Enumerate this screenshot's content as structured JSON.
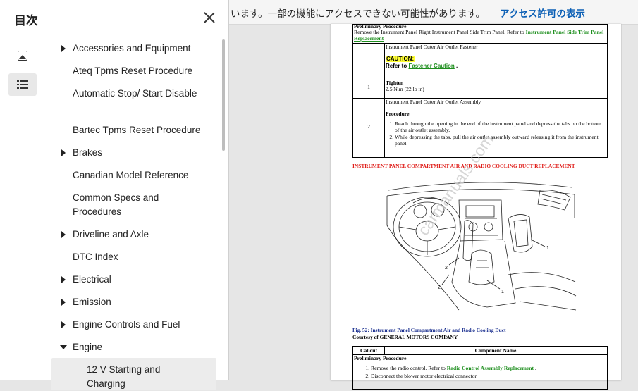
{
  "toc": {
    "title": "目次",
    "items": [
      {
        "label": "Accessories and Equipment",
        "caret": "right"
      },
      {
        "label": "Ateq Tpms Reset Procedure",
        "caret": ""
      },
      {
        "label": "Automatic Stop/ Start Disable",
        "caret": ""
      },
      {
        "label": "Bartec Tpms Reset Procedure",
        "caret": ""
      },
      {
        "label": "Brakes",
        "caret": "right"
      },
      {
        "label": "Canadian Model Reference",
        "caret": ""
      },
      {
        "label": "Common Specs and Procedures",
        "caret": ""
      },
      {
        "label": "Driveline and Axle",
        "caret": "right"
      },
      {
        "label": "DTC Index",
        "caret": ""
      },
      {
        "label": "Electrical",
        "caret": "right"
      },
      {
        "label": "Emission",
        "caret": "right"
      },
      {
        "label": "Engine Controls and Fuel",
        "caret": "right"
      },
      {
        "label": "Engine",
        "caret": "down"
      },
      {
        "label": "12 V Starting and Charging",
        "caret": "",
        "selected": true
      }
    ]
  },
  "notice": {
    "text": "います。一部の機能にアクセスできない可能性があります。",
    "link": "アクセス許可の表示"
  },
  "document": {
    "table1": {
      "preliminary_heading": "Preliminary Procedure",
      "preliminary_text": "Remove the Instrument Panel Right Instrument Panel Side Trim Panel. Refer to",
      "preliminary_link": "Instrument Panel Side Trim Panel Replacement",
      "rows": [
        {
          "callout": "1",
          "component": "Instrument Panel Outer Air Outlet Fastener",
          "caution_tag": "CAUTION:",
          "caution_refer": "Refer to",
          "caution_link": "Fastener Caution",
          "tighten_label": "Tighten",
          "tighten_value": "2.5 N.m (22 lb in)"
        },
        {
          "callout": "2",
          "component": "Instrument Panel Outer Air Outlet Assembly",
          "procedure_label": "Procedure",
          "steps": [
            "Reach through the opening in the end of the instrument panel and depress the tabs on the bottom of the air outlet assembly.",
            "While depressing the tabs, pull the air outlet assembly outward releasing it from the instrument panel."
          ]
        }
      ]
    },
    "section_title": "INSTRUMENT PANEL COMPARTMENT AIR AND RADIO COOLING DUCT REPLACEMENT",
    "illustration_callouts": [
      "1",
      "1",
      "2",
      "2"
    ],
    "watermark": "carmanuals.com",
    "figure_caption": "Fig. 52: Instrument Panel Compartment Air and Radio Cooling Duct",
    "courtesy": "Courtesy of GENERAL MOTORS COMPANY",
    "table2": {
      "col_callout": "Callout",
      "col_component": "Component Name",
      "preliminary_heading": "Preliminary Procedure",
      "step1_text": "Remove the radio control. Refer to",
      "step1_link": "Radio Control Assembly Replacement",
      "step2_text": "Disconnect the blower motor electrical connector."
    }
  },
  "colors": {
    "section_title": "#e0201c",
    "link": "#1f8f1f",
    "caution_highlight": "#ffff33",
    "notice_link": "#0b5fb5"
  }
}
